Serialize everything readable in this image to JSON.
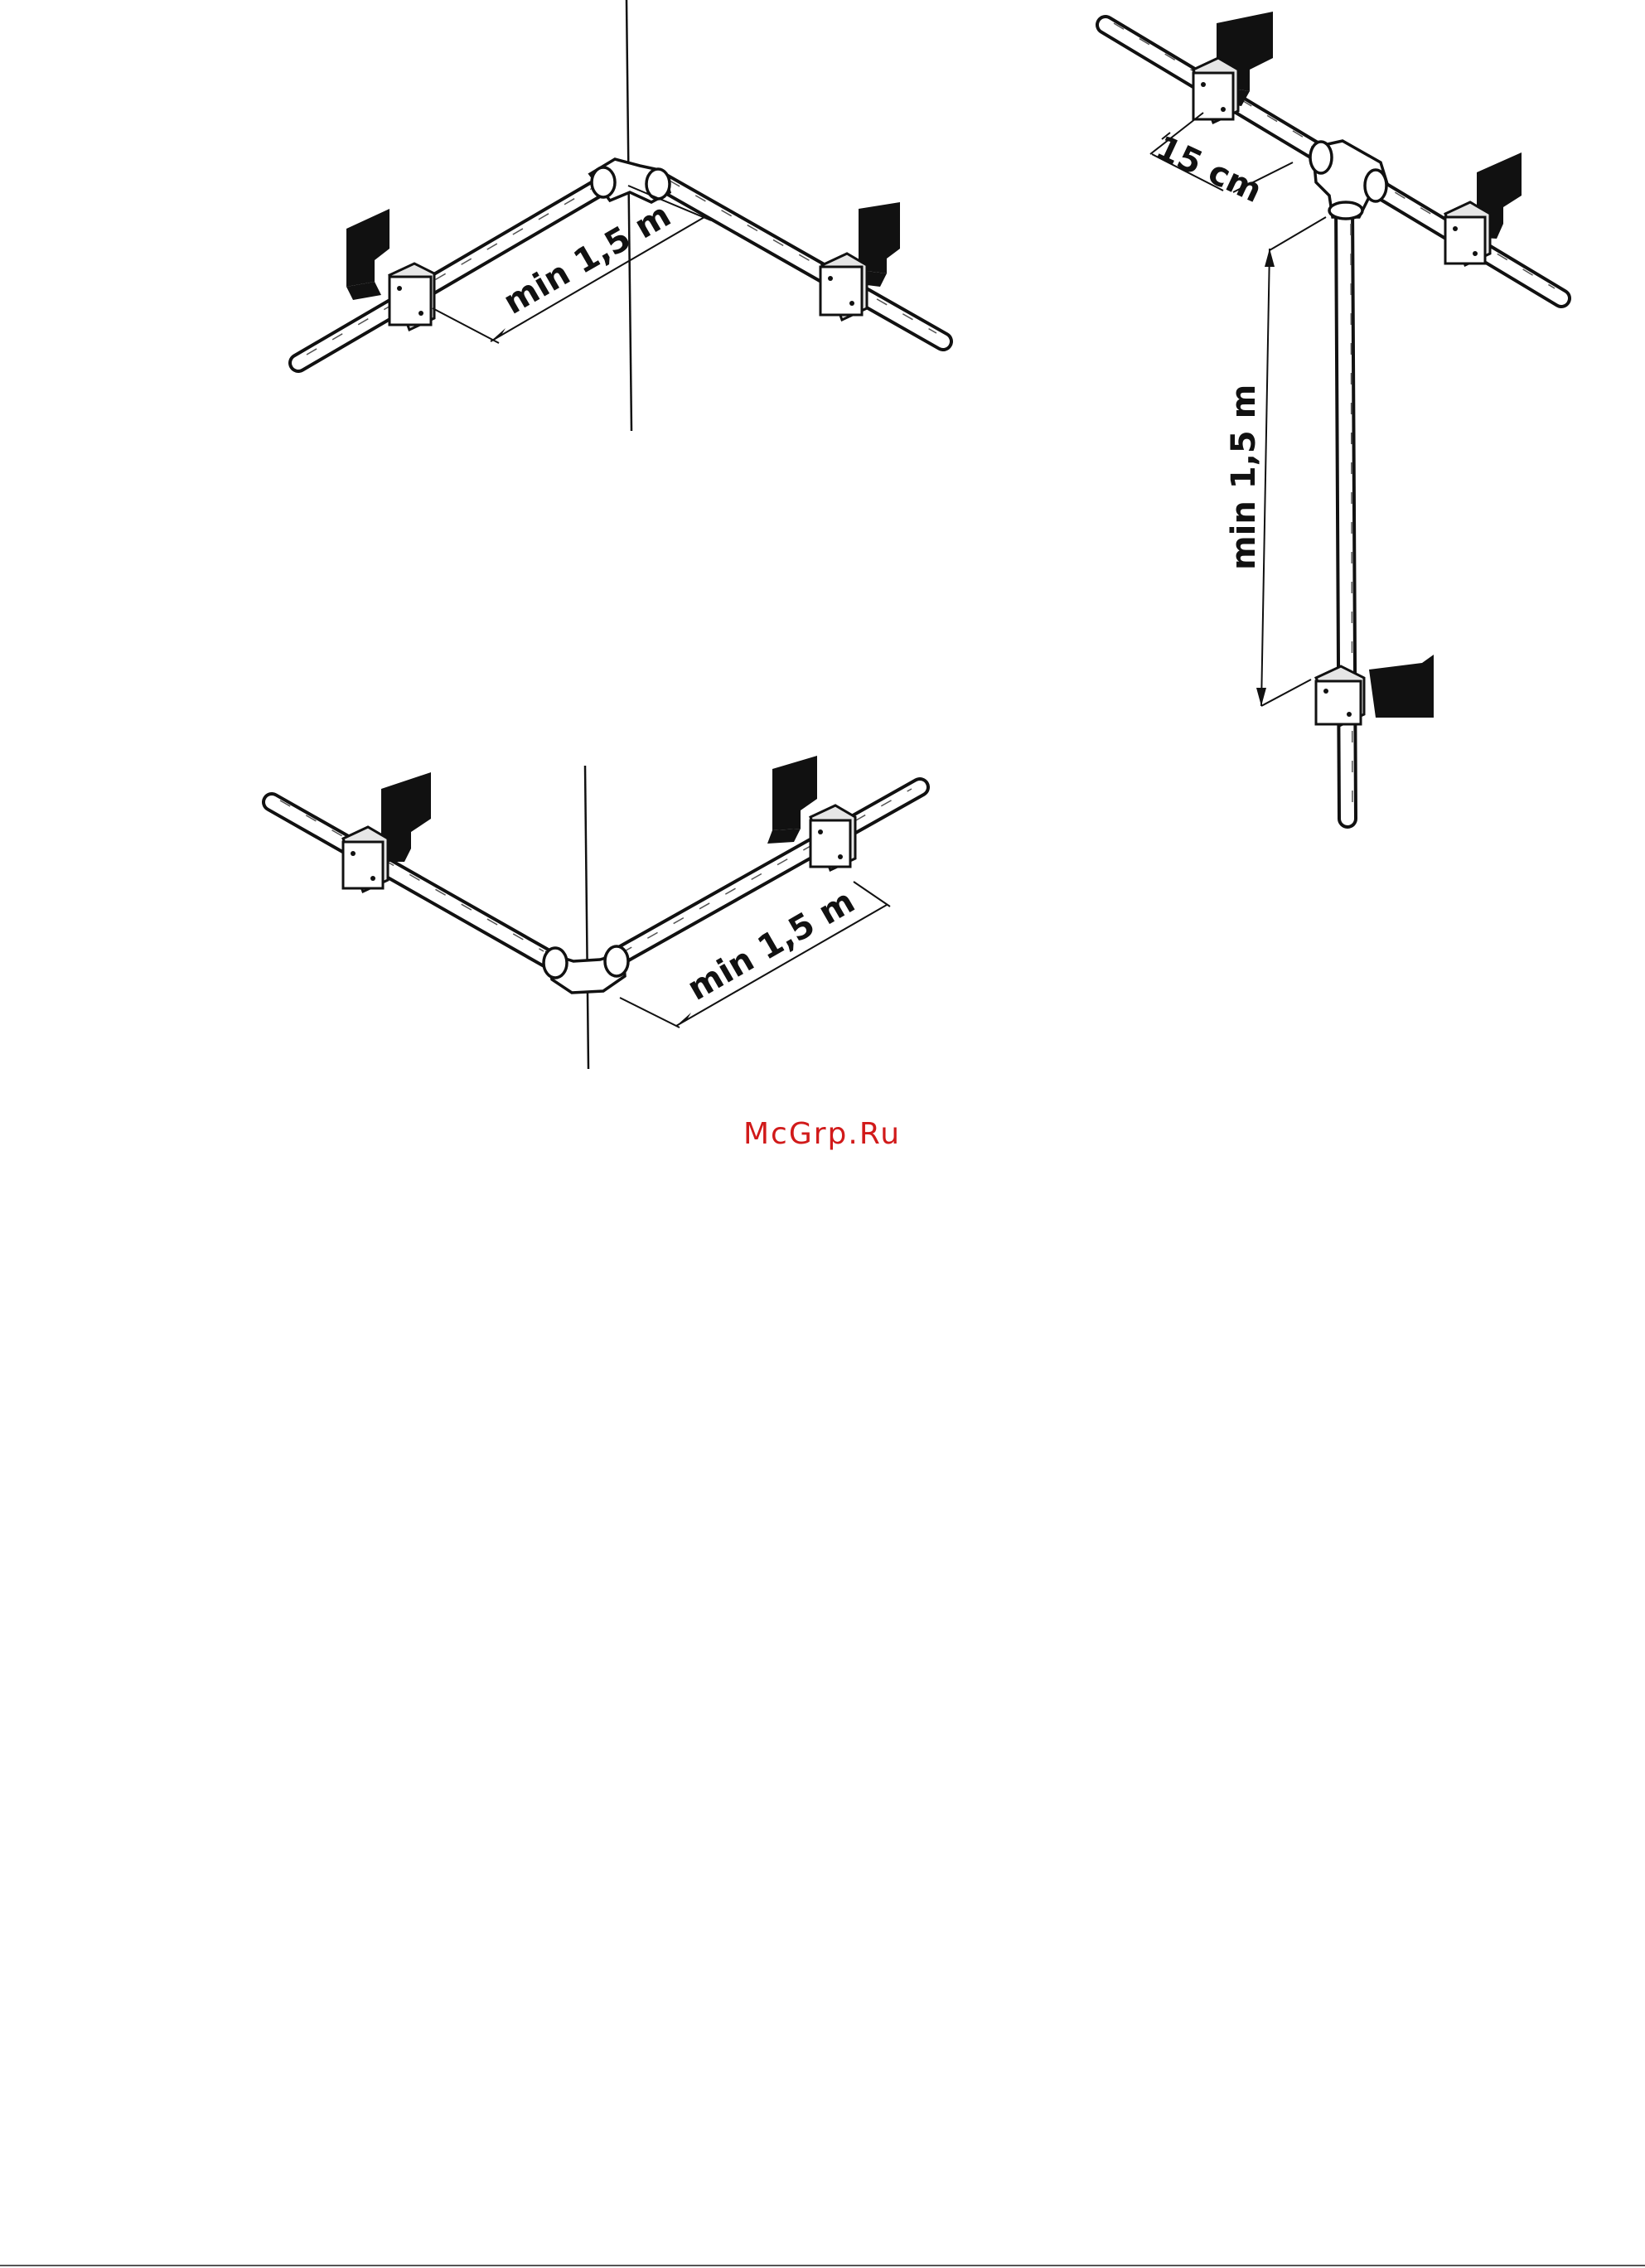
{
  "figures": {
    "top_left": {
      "dimension_label": "min 1,5 m"
    },
    "right": {
      "offset_label": "15 cm",
      "dimension_label": "min 1,5 m"
    },
    "bottom_left": {
      "dimension_label": "min 1,5 m"
    }
  },
  "watermark": "McGrp.Ru",
  "colors": {
    "line": "#111111",
    "watermark": "#d11a1a"
  }
}
